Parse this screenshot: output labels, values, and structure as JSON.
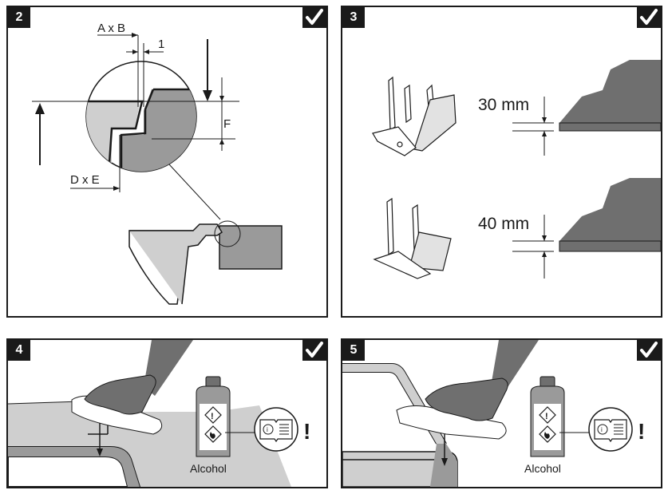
{
  "panels": {
    "p2": {
      "number": "2",
      "label_ab": "A x B",
      "label_one": "1",
      "label_f": "F",
      "label_de": "D x E"
    },
    "p3": {
      "number": "3",
      "label_30": "30 mm",
      "label_40": "40 mm"
    },
    "p4": {
      "number": "4",
      "alcohol": "Alcohol"
    },
    "p5": {
      "number": "5",
      "alcohol": "Alcohol"
    }
  },
  "icons": [
    "check-icon",
    "manual-icon",
    "exclamation-icon",
    "flammable-icon",
    "hazard-icon"
  ],
  "colors": {
    "frame": "#1a1a1a",
    "gray_dark": "#6f6f6f",
    "gray_mid": "#9a9a9a",
    "gray_light": "#cfcfcf"
  }
}
